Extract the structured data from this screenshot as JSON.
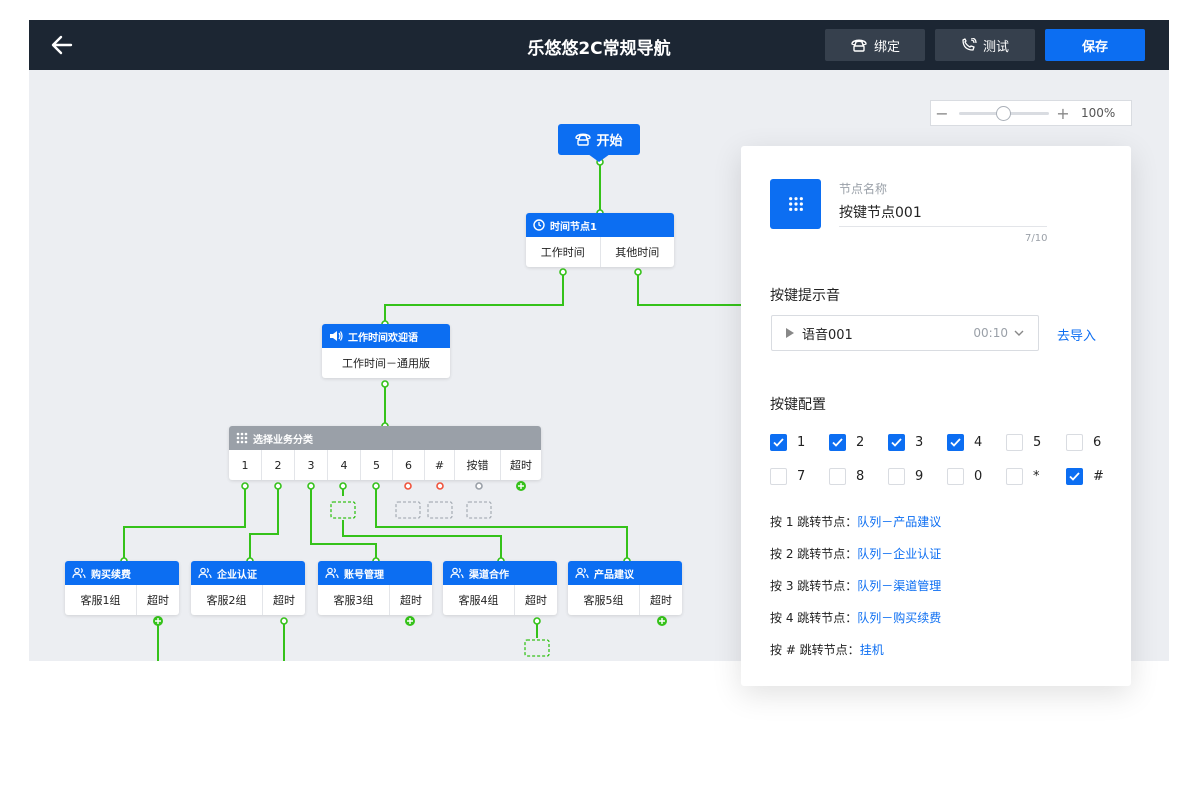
{
  "header": {
    "title": "乐悠悠2C常规导航",
    "bind_label": "绑定",
    "test_label": "测试",
    "save_label": "保存"
  },
  "zoom": {
    "value": "100%",
    "minus": "−",
    "plus": "+"
  },
  "flow": {
    "start": "开始",
    "time_node": {
      "title": "时间节点1",
      "branches": [
        "工作时间",
        "其他时间"
      ]
    },
    "welcome_node": {
      "title": "工作时间欢迎语",
      "content": "工作时间－通用版"
    },
    "select_node": {
      "title": "选择业务分类",
      "keys": [
        "1",
        "2",
        "3",
        "4",
        "5",
        "6",
        "#",
        "按错",
        "超时"
      ]
    },
    "queues": [
      {
        "title": "购买续费",
        "group": "客服1组",
        "timeout": "超时"
      },
      {
        "title": "企业认证",
        "group": "客服2组",
        "timeout": "超时"
      },
      {
        "title": "账号管理",
        "group": "客服3组",
        "timeout": "超时"
      },
      {
        "title": "渠道合作",
        "group": "客服4组",
        "timeout": "超时"
      },
      {
        "title": "产品建议",
        "group": "客服5组",
        "timeout": "超时"
      }
    ]
  },
  "panel": {
    "name_label": "节点名称",
    "name_value": "按键节点001",
    "name_count": "7/10",
    "prompt_label": "按键提示音",
    "audio_name": "语音001",
    "audio_duration": "00:10",
    "import_label": "去导入",
    "config_label": "按键配置",
    "keys": [
      {
        "key": "1",
        "checked": true
      },
      {
        "key": "2",
        "checked": true
      },
      {
        "key": "3",
        "checked": true
      },
      {
        "key": "4",
        "checked": true
      },
      {
        "key": "5",
        "checked": false
      },
      {
        "key": "6",
        "checked": false
      },
      {
        "key": "7",
        "checked": false
      },
      {
        "key": "8",
        "checked": false
      },
      {
        "key": "9",
        "checked": false
      },
      {
        "key": "0",
        "checked": false
      },
      {
        "key": "*",
        "checked": false
      },
      {
        "key": "#",
        "checked": true
      }
    ],
    "jumps": [
      {
        "label": "按 1 跳转节点：",
        "target": "队列－产品建议"
      },
      {
        "label": "按 2 跳转节点：",
        "target": "队列－企业认证"
      },
      {
        "label": "按 3 跳转节点：",
        "target": "队列－渠道管理"
      },
      {
        "label": "按 4 跳转节点：",
        "target": "队列－购买续费"
      },
      {
        "label": "按 # 跳转节点：",
        "target": "挂机"
      }
    ]
  },
  "colors": {
    "primary": "#0c6ef2",
    "line": "#35c21a",
    "topbar": "#1c2633",
    "error_dot": "#f0533c"
  },
  "icons": {
    "back": "arrow-left-icon",
    "bind": "phone-icon",
    "test": "call-icon",
    "time": "clock-icon",
    "speaker": "speaker-icon",
    "keypad": "keypad-icon",
    "group": "people-icon"
  }
}
